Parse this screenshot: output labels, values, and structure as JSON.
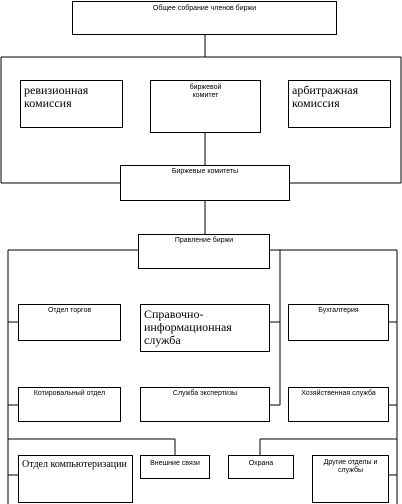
{
  "org_chart": {
    "top": "Общее собрание членов биржи",
    "committees": {
      "audit": "ревизионная комиссия",
      "exchange_committee": "биржевой комитет",
      "arbitration": "арбитражная комиссия"
    },
    "exchange_committees": "Биржевые комитеты",
    "board": "Правление биржи",
    "departments": {
      "trading": "Отдел торгов",
      "info_service": "Справочно-информационная служба",
      "accounting": "Бухгалтерия",
      "quotation": "Котировальный отдел",
      "expert_service": "Служба экспертизы",
      "economic_service": "Хозяйственная служба",
      "computerization": "Отдел компьютеризации",
      "external_relations": "Внешние связи",
      "security": "Охрана",
      "other": "Другие отделы и службы"
    }
  }
}
